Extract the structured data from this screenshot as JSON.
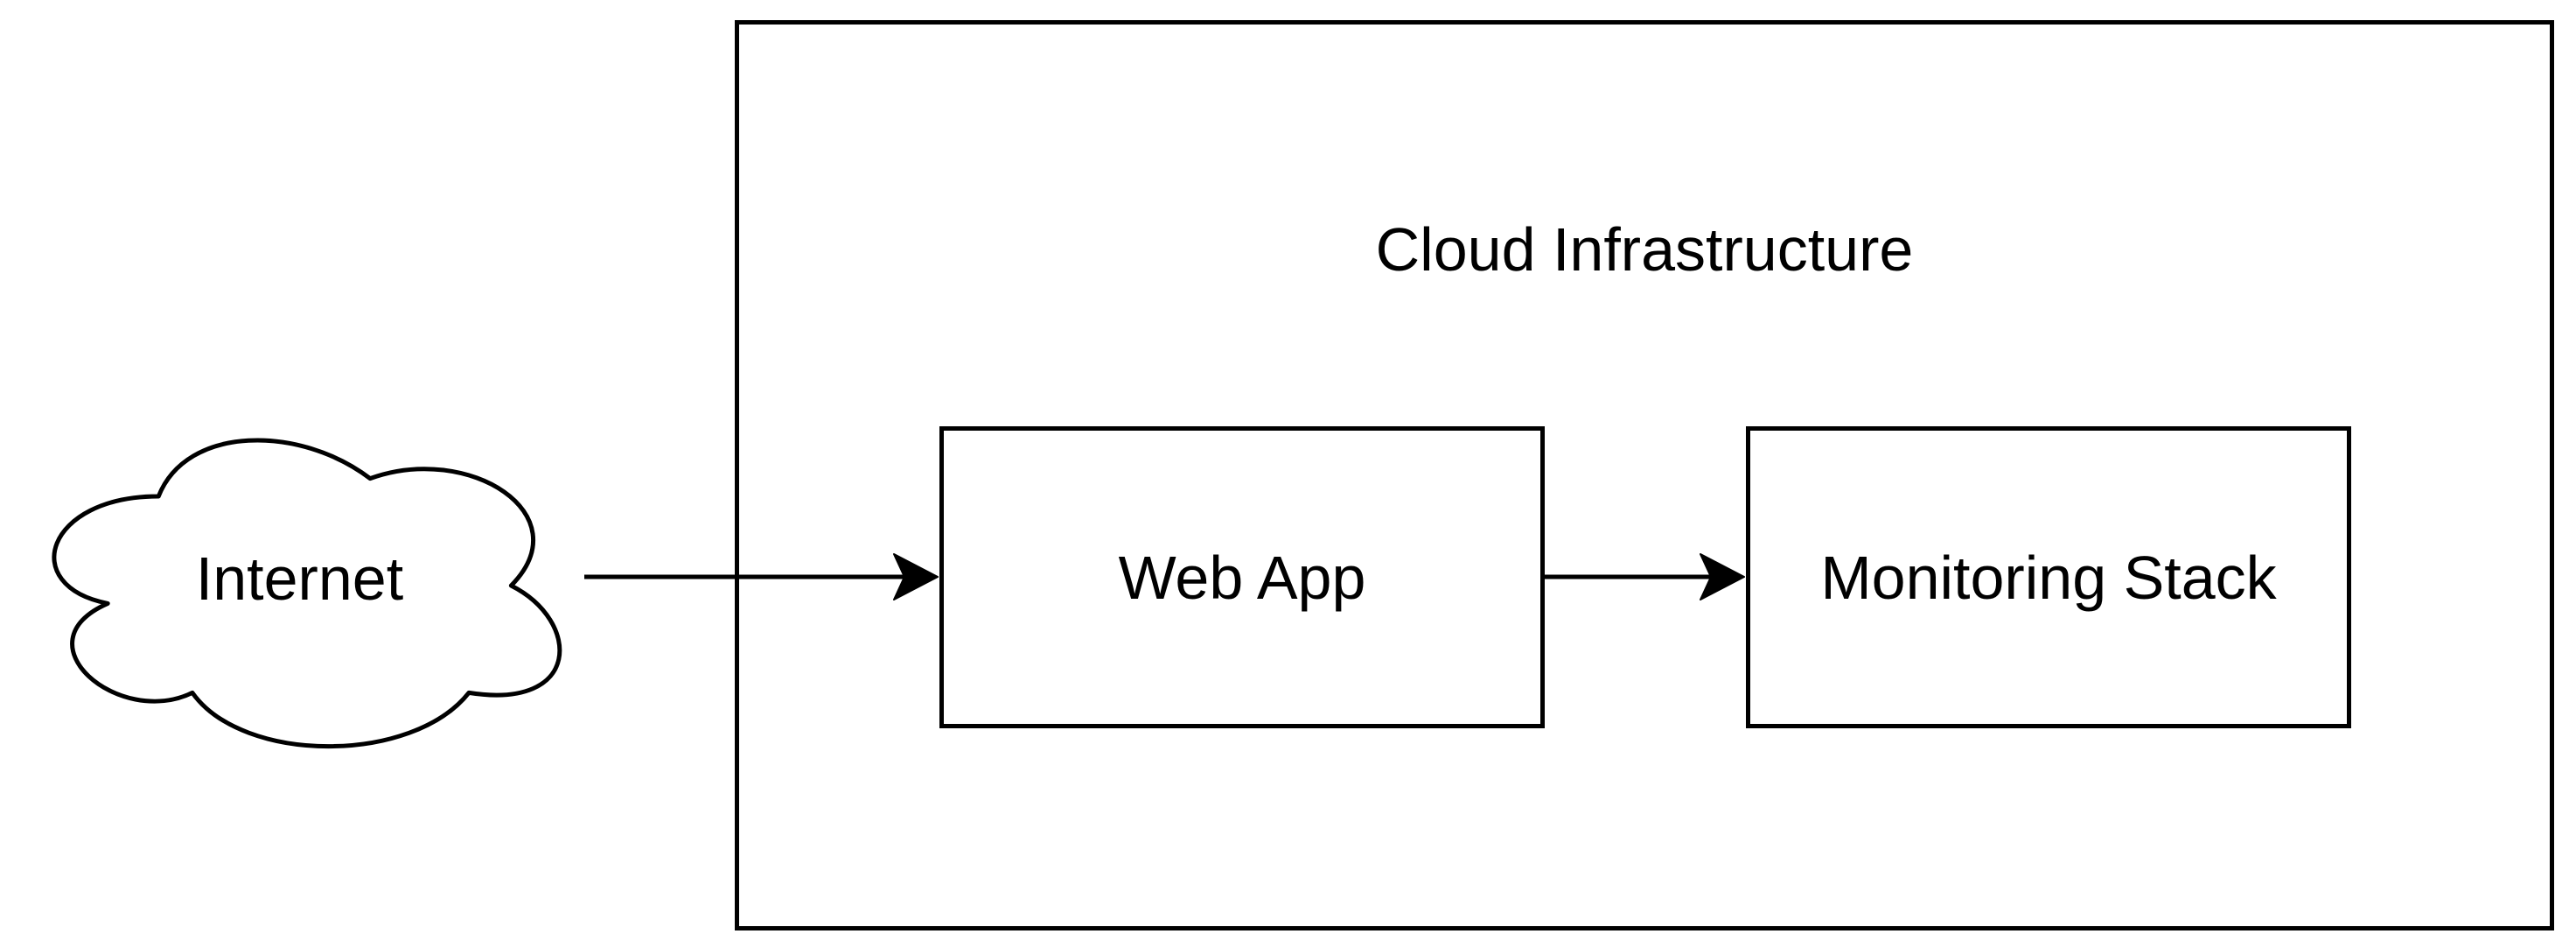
{
  "diagram": {
    "background_color": "#ffffff",
    "stroke_color": "#000000",
    "fill_color": "#ffffff",
    "container": {
      "label": "Cloud Infrastructure",
      "shape": "rectangle-container"
    },
    "nodes": {
      "internet": {
        "label": "Internet",
        "shape": "cloud"
      },
      "web_app": {
        "label": "Web App",
        "shape": "rectangle"
      },
      "monitoring_stack": {
        "label": "Monitoring Stack",
        "shape": "rectangle"
      }
    },
    "edges": [
      {
        "from": "internet",
        "to": "web_app",
        "style": "solid-arrow"
      },
      {
        "from": "web_app",
        "to": "monitoring_stack",
        "style": "solid-arrow"
      }
    ]
  }
}
